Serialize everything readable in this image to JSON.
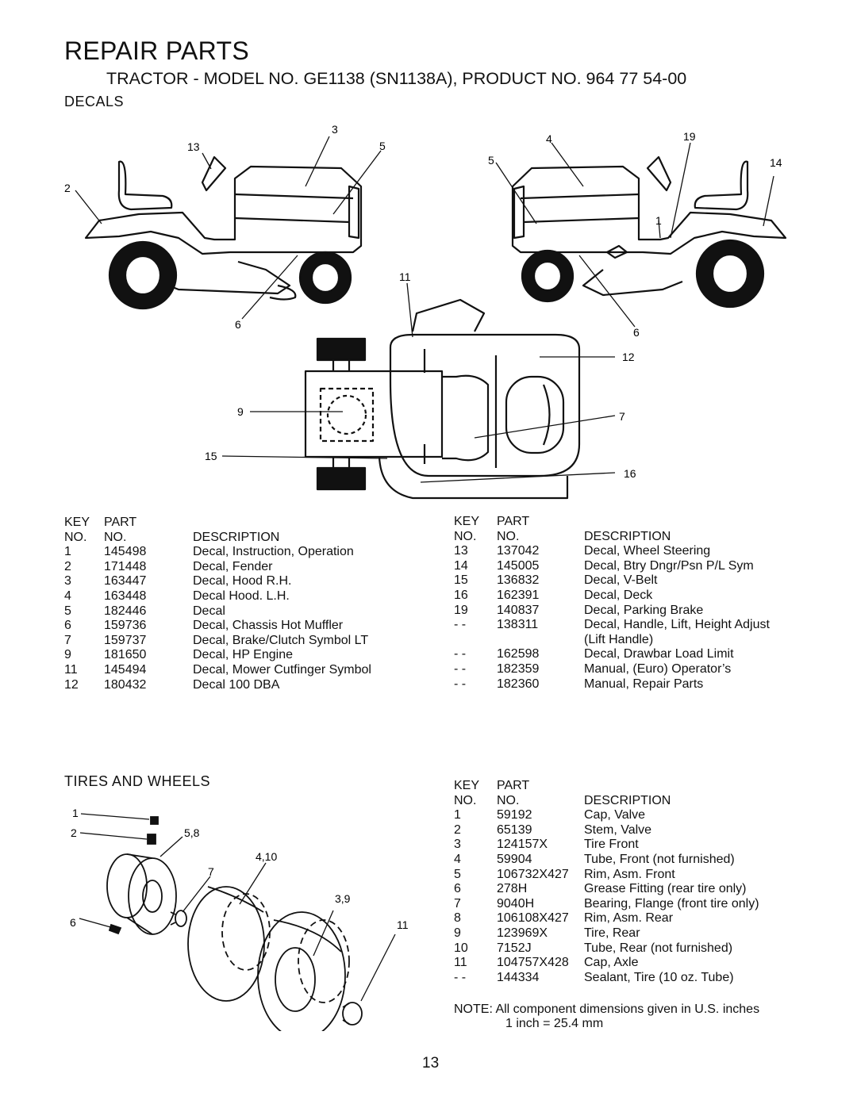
{
  "header": {
    "title": "REPAIR PARTS",
    "subtitle": "TRACTOR - MODEL NO. GE1138 (SN1138A), PRODUCT NO. 964 77 54-00"
  },
  "decals": {
    "heading": "DECALS",
    "callouts": {
      "c13": "13",
      "c3": "3",
      "c5": "5",
      "c2": "2",
      "c6": "6",
      "c4": "4",
      "c5b": "5",
      "c19": "19",
      "c14": "14",
      "c1": "1",
      "c11": "11",
      "c6b": "6",
      "c12": "12",
      "c9": "9",
      "c7": "7",
      "c15": "15",
      "c16": "16"
    },
    "columns": {
      "key": "KEY",
      "part": "PART",
      "no": "NO.",
      "no2": "NO.",
      "desc": "DESCRIPTION"
    },
    "left_rows": [
      {
        "key": "1",
        "part": "145498",
        "desc": "Decal, Instruction, Operation"
      },
      {
        "key": "2",
        "part": "171448",
        "desc": "Decal, Fender"
      },
      {
        "key": "3",
        "part": "163447",
        "desc": "Decal, Hood R.H."
      },
      {
        "key": "4",
        "part": "163448",
        "desc": "Decal Hood. L.H."
      },
      {
        "key": "5",
        "part": "182446",
        "desc": "Decal"
      },
      {
        "key": "6",
        "part": "159736",
        "desc": "Decal, Chassis Hot Muffler"
      },
      {
        "key": "7",
        "part": "159737",
        "desc": "Decal, Brake/Clutch Symbol LT"
      },
      {
        "key": "9",
        "part": "181650",
        "desc": "Decal, HP Engine"
      },
      {
        "key": "11",
        "part": "145494",
        "desc": "Decal, Mower Cutfinger Symbol"
      },
      {
        "key": "12",
        "part": "180432",
        "desc": "Decal 100 DBA"
      }
    ],
    "right_rows": [
      {
        "key": "13",
        "part": "137042",
        "desc": "Decal, Wheel Steering"
      },
      {
        "key": "14",
        "part": "145005",
        "desc": "Decal, Btry Dngr/Psn P/L Sym"
      },
      {
        "key": "15",
        "part": "136832",
        "desc": "Decal, V-Belt"
      },
      {
        "key": "16",
        "part": "162391",
        "desc": "Decal, Deck"
      },
      {
        "key": "19",
        "part": "140837",
        "desc": "Decal, Parking Brake"
      },
      {
        "key": "- -",
        "part": "138311",
        "desc": "Decal, Handle, Lift, Height Adjust"
      },
      {
        "key": "",
        "part": "",
        "desc": "(Lift Handle)"
      },
      {
        "key": "- -",
        "part": "162598",
        "desc": "Decal, Drawbar Load Limit"
      },
      {
        "key": "- -",
        "part": "182359",
        "desc": "Manual, (Euro) Operator’s"
      },
      {
        "key": "- -",
        "part": "182360",
        "desc": "Manual, Repair Parts"
      }
    ]
  },
  "tires": {
    "heading": "TIRES AND WHEELS",
    "callouts": {
      "t1": "1",
      "t2": "2",
      "t58": "5,8",
      "t410": "4,10",
      "t7": "7",
      "t39": "3,9",
      "t6": "6",
      "t11": "11"
    },
    "rows": [
      {
        "key": "1",
        "part": "59192",
        "desc": "Cap, Valve"
      },
      {
        "key": "2",
        "part": "65139",
        "desc": "Stem, Valve"
      },
      {
        "key": "3",
        "part": "124157X",
        "desc": "Tire Front"
      },
      {
        "key": "4",
        "part": "59904",
        "desc": "Tube, Front (not furnished)"
      },
      {
        "key": "5",
        "part": "106732X427",
        "desc": "Rim, Asm. Front"
      },
      {
        "key": "6",
        "part": "278H",
        "desc": "Grease Fitting (rear tire only)"
      },
      {
        "key": "7",
        "part": "9040H",
        "desc": "Bearing, Flange (front tire only)"
      },
      {
        "key": "8",
        "part": "106108X427",
        "desc": "Rim, Asm. Rear"
      },
      {
        "key": "9",
        "part": "123969X",
        "desc": "Tire, Rear"
      },
      {
        "key": "10",
        "part": "7152J",
        "desc": "Tube, Rear (not furnished)"
      },
      {
        "key": "11",
        "part": "104757X428",
        "desc": "Cap, Axle"
      },
      {
        "key": "- -",
        "part": "144334",
        "desc": "Sealant, Tire (10 oz. Tube)"
      }
    ],
    "note_line1": "NOTE: All component dimensions given in U.S. inches",
    "note_line2": "1 inch = 25.4 mm"
  },
  "footer": {
    "page_number": "13"
  }
}
